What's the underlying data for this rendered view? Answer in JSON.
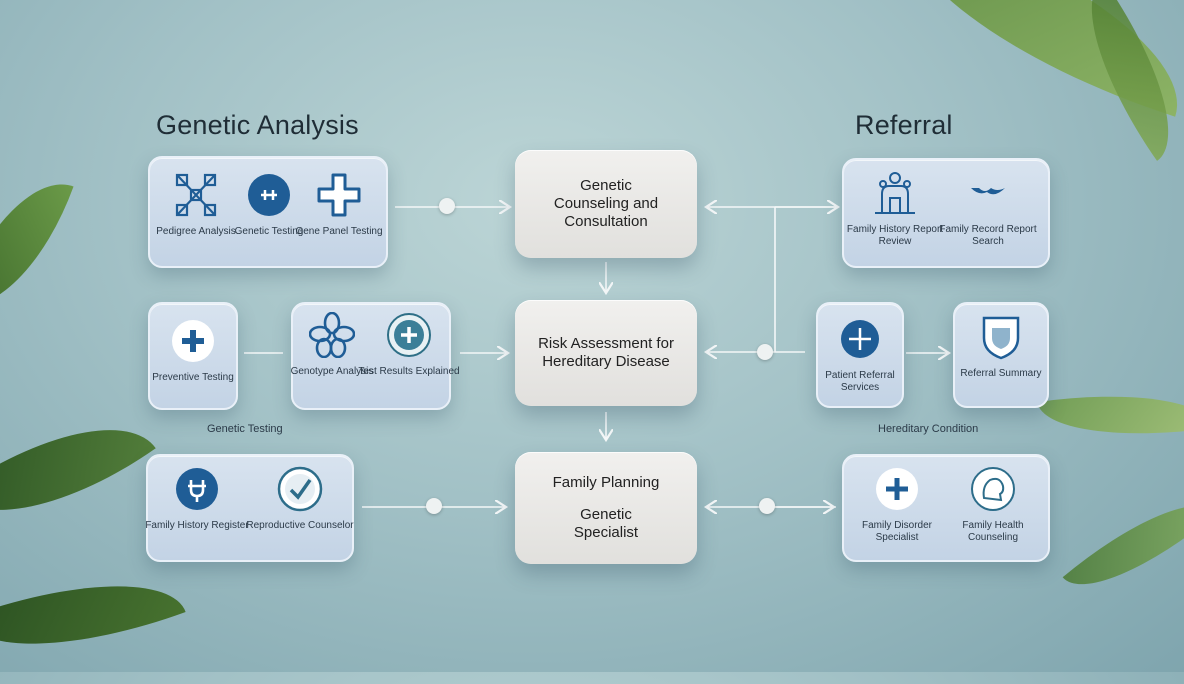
{
  "headings": {
    "left": "Genetic Analysis",
    "right": "Referral"
  },
  "center": {
    "top": [
      "Genetic",
      "Counseling and",
      "Consultation"
    ],
    "middle": [
      "Risk Assessment for",
      "Hereditary Disease"
    ],
    "bottom_title": "Family Planning",
    "bottom_sub": [
      "Genetic",
      "Specialist"
    ]
  },
  "left_panels": {
    "top": [
      {
        "icon": "dna-grid-icon",
        "label": "Pedigree Analysis"
      },
      {
        "icon": "link-circle-icon",
        "label": "Genetic Testing"
      },
      {
        "icon": "medical-cross-icon",
        "label": "Gene Panel Testing"
      }
    ],
    "mid_a": [
      {
        "icon": "plus-circle-icon",
        "label": "Preventive Testing"
      }
    ],
    "mid_b": [
      {
        "icon": "flower-icon",
        "label": "Genotype Analysis"
      },
      {
        "icon": "plus-badge-icon",
        "label": "Test Results Explained"
      }
    ],
    "bottom": [
      {
        "icon": "connector-icon",
        "label": "Family History Register"
      },
      {
        "icon": "check-circle-icon",
        "label": "Reproductive Counselor"
      }
    ],
    "caption": "Genetic Testing"
  },
  "right_panels": {
    "top": [
      {
        "icon": "family-tree-icon",
        "label": "Family History Report Review"
      },
      {
        "icon": "bird-icon",
        "label": "Family Record Report Search"
      }
    ],
    "mid_a": [
      {
        "icon": "specialist-icon",
        "label": "Patient Referral Services"
      }
    ],
    "mid_b": [
      {
        "icon": "shield-icon",
        "label": "Referral Summary"
      }
    ],
    "bottom": [
      {
        "icon": "plus-circle-icon",
        "label": "Family Disorder Specialist"
      },
      {
        "icon": "profile-head-icon",
        "label": "Family Health Counseling"
      }
    ],
    "caption": "Hereditary Condition"
  },
  "colors": {
    "accent_blue": "#1f5d96",
    "panel": "#c9d8e8",
    "center": "#ebeae7"
  }
}
